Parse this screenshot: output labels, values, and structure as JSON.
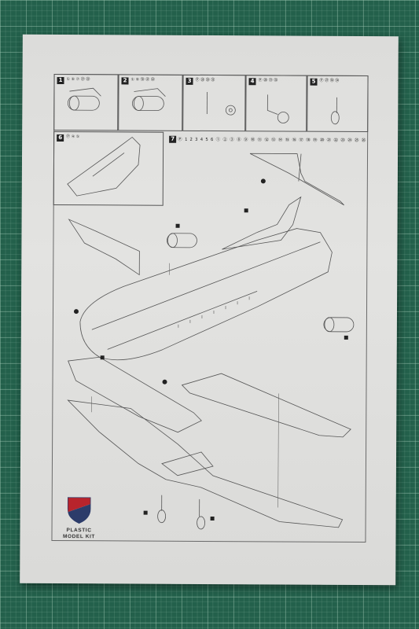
{
  "steps": [
    {
      "number": "1",
      "chips": "① ⑥ ⑦ ㉑ ㉒"
    },
    {
      "number": "2",
      "chips": "① ⑥ ⑱ ㉑ ㉒"
    },
    {
      "number": "3",
      "chips": "Ⓟ ㉘ ㉙ ㉜"
    },
    {
      "number": "4",
      "chips": "Ⓟ ⑳ ㉛ ㉝"
    },
    {
      "number": "5",
      "chips": "Ⓟ ㉗ ㉚ ㉞"
    },
    {
      "number": "6",
      "chips": "Ⓟ ④ ⑤"
    }
  ],
  "step7": {
    "number": "7",
    "chips": "Ⓟ 1 2 3 4 5 6 ① ② ③ ⑧ ⑨ ⑩ ⑪ ⑫ ⑬ ⑭ ⑮ ⑯ ⑰ ⑱ ⑲ ⑳ ㉑ ㉒ ㉓ ㉔ ㉕ ㉖"
  },
  "logo": {
    "brand": "PLASTIC",
    "subtitle": "MODEL KIT",
    "colors": {
      "red": "#b8242c",
      "navy": "#2c3c6a",
      "white": "#ffffff"
    }
  },
  "colors": {
    "mat": "#23604b",
    "paper": "#dfdfdd",
    "ink": "#4a4a4a"
  }
}
